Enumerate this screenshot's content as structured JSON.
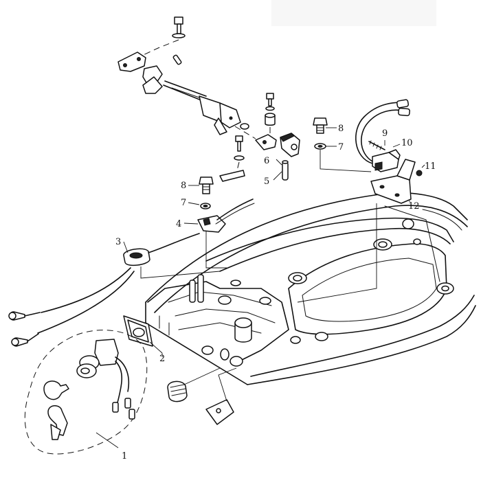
{
  "callouts": [
    {
      "id": "1",
      "label": "1"
    },
    {
      "id": "2",
      "label": "2"
    },
    {
      "id": "3",
      "label": "3"
    },
    {
      "id": "4",
      "label": "4"
    },
    {
      "id": "5",
      "label": "5"
    },
    {
      "id": "6",
      "label": "6"
    },
    {
      "id": "7a",
      "label": "7"
    },
    {
      "id": "7b",
      "label": "7"
    },
    {
      "id": "8a",
      "label": "8"
    },
    {
      "id": "8b",
      "label": "8"
    },
    {
      "id": "9",
      "label": "9"
    },
    {
      "id": "10",
      "label": "10"
    },
    {
      "id": "11",
      "label": "11"
    },
    {
      "id": "12",
      "label": "12"
    }
  ]
}
